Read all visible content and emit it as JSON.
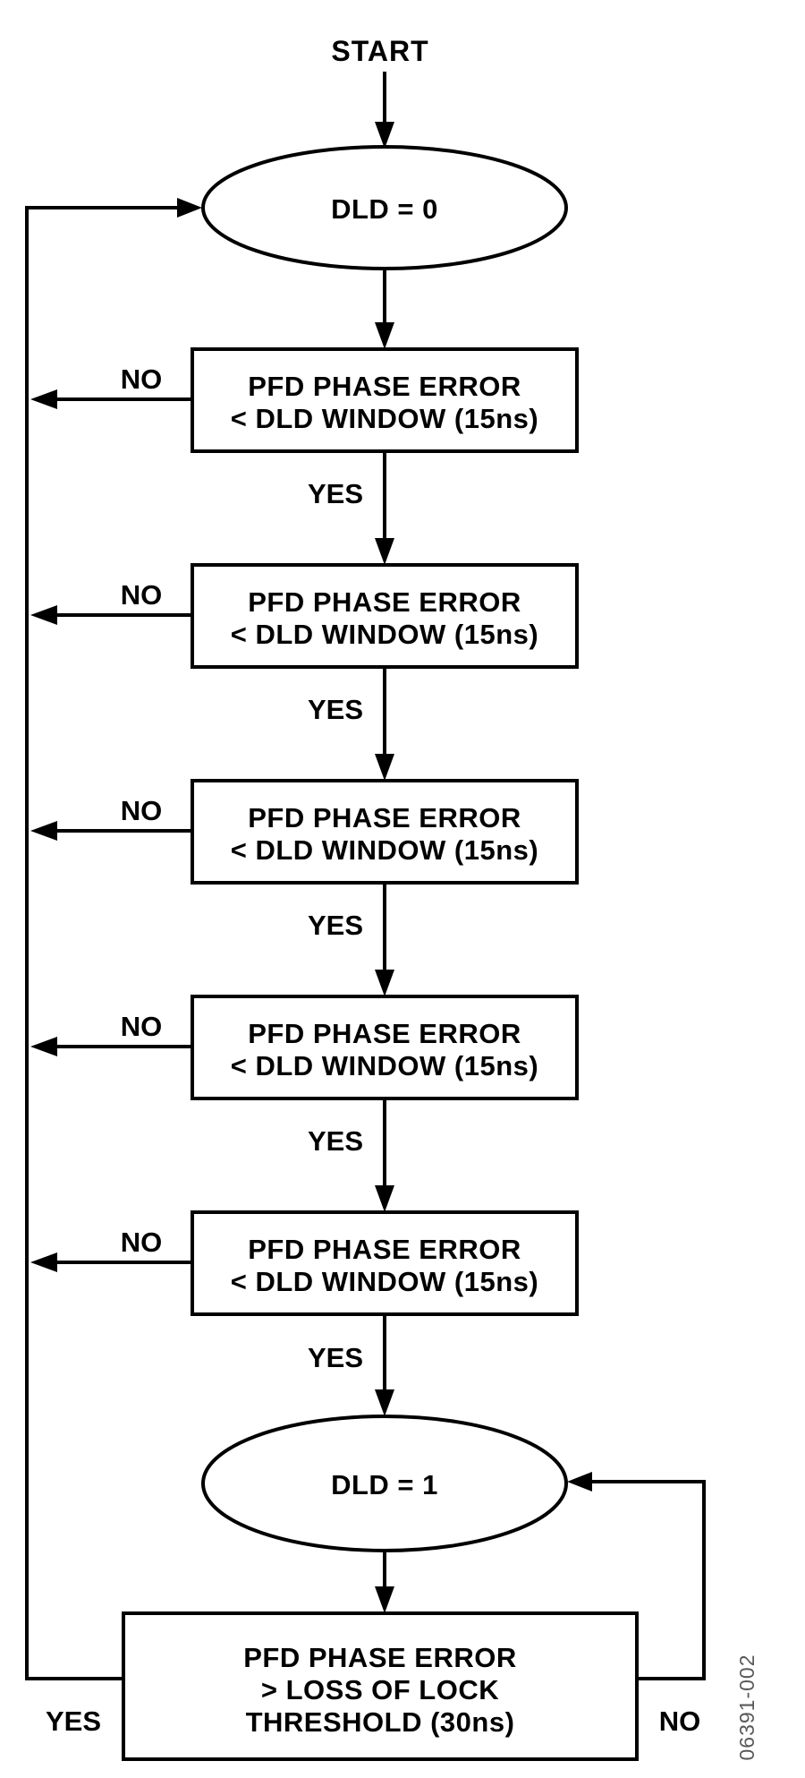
{
  "nodes": {
    "start": {
      "label": "START"
    },
    "dld0": {
      "label": "DLD = 0"
    },
    "dld1": {
      "label": "DLD = 1"
    },
    "final": {
      "line1": "PFD PHASE ERROR",
      "line2": "> LOSS OF LOCK",
      "line3": "THRESHOLD (30ns)",
      "yes_label": "YES",
      "no_label": "NO"
    }
  },
  "decisions": [
    {
      "line1": "PFD PHASE ERROR",
      "line2": "< DLD WINDOW (15ns)",
      "no_label": "NO",
      "yes_label": "YES"
    },
    {
      "line1": "PFD PHASE ERROR",
      "line2": "< DLD WINDOW (15ns)",
      "no_label": "NO",
      "yes_label": "YES"
    },
    {
      "line1": "PFD PHASE ERROR",
      "line2": "< DLD WINDOW (15ns)",
      "no_label": "NO",
      "yes_label": "YES"
    },
    {
      "line1": "PFD PHASE ERROR",
      "line2": "< DLD WINDOW (15ns)",
      "no_label": "NO",
      "yes_label": "YES"
    },
    {
      "line1": "PFD PHASE ERROR",
      "line2": "< DLD WINDOW (15ns)",
      "no_label": "NO",
      "yes_label": "YES"
    }
  ],
  "figure_code": "06391-002",
  "colors": {
    "line": "#000000",
    "background": "#ffffff",
    "code_text": "#58595b"
  }
}
